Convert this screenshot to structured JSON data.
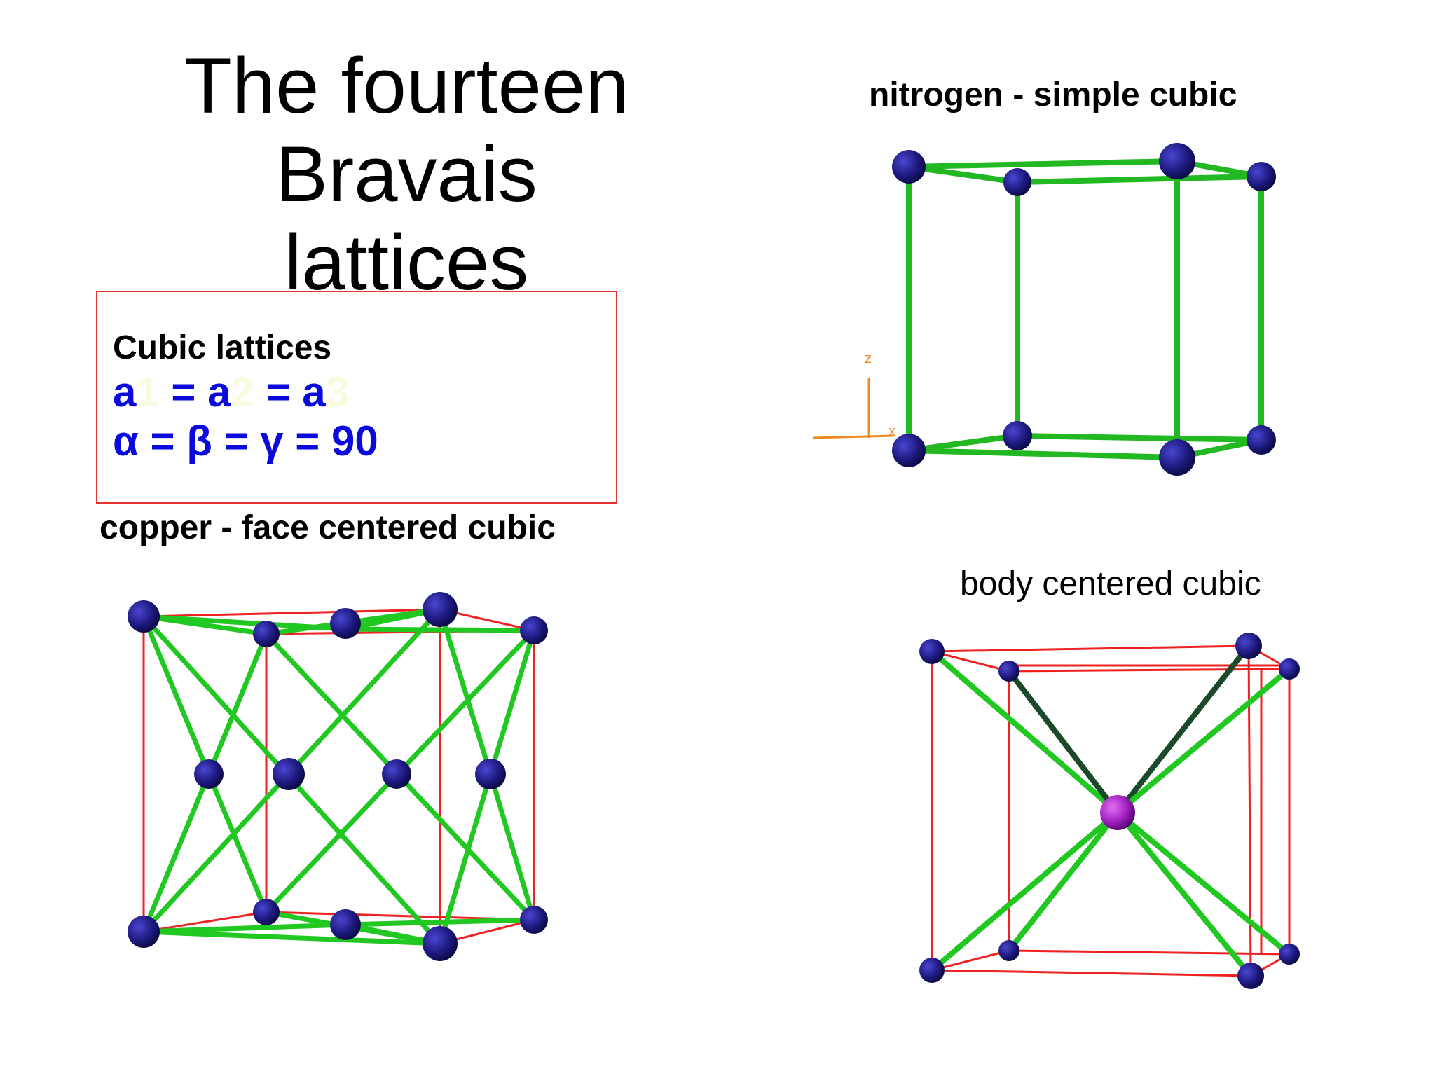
{
  "title": {
    "line1": "The fourteen",
    "line2": "Bravais",
    "line3": "lattices"
  },
  "cubic_box": {
    "heading": "Cubic lattices",
    "eq1": {
      "a1": "a",
      "s1": "1",
      "op1": " = a",
      "s2": "2",
      "op2": " = a",
      "s3": "3"
    },
    "eq2": "α = β = γ = 90"
  },
  "labels": {
    "nitrogen": "nitrogen - simple cubic",
    "copper": "copper - face centered cubic",
    "bcc": "body centered cubic"
  },
  "axis": {
    "z": "z",
    "x": "x"
  },
  "colors": {
    "bond": "#22c822",
    "edge": "#ee2222",
    "atom": "#1e1a80",
    "center_atom": "#a020c0",
    "axis": "#f08a20",
    "equation": "#0a0adc"
  }
}
